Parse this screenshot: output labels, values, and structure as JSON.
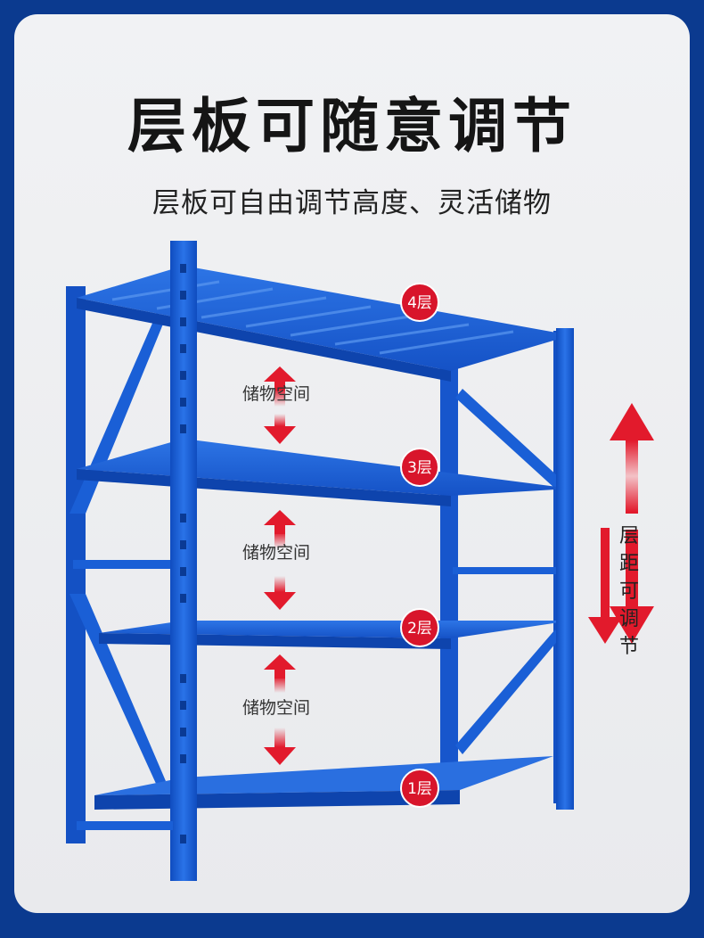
{
  "headline": "层板可随意调节",
  "subheadline": "层板可自由调节高度、灵活储物",
  "storage_label": "储物空间",
  "layers": [
    {
      "label": "4层"
    },
    {
      "label": "3层"
    },
    {
      "label": "2层"
    },
    {
      "label": "1层"
    }
  ],
  "adjustable_label": "层距可调节",
  "colors": {
    "frame_blue": "#1a5fd6",
    "page_border": "#0b3a8f",
    "badge_red": "#d8152b",
    "arrow_red": "#e21a2c"
  }
}
